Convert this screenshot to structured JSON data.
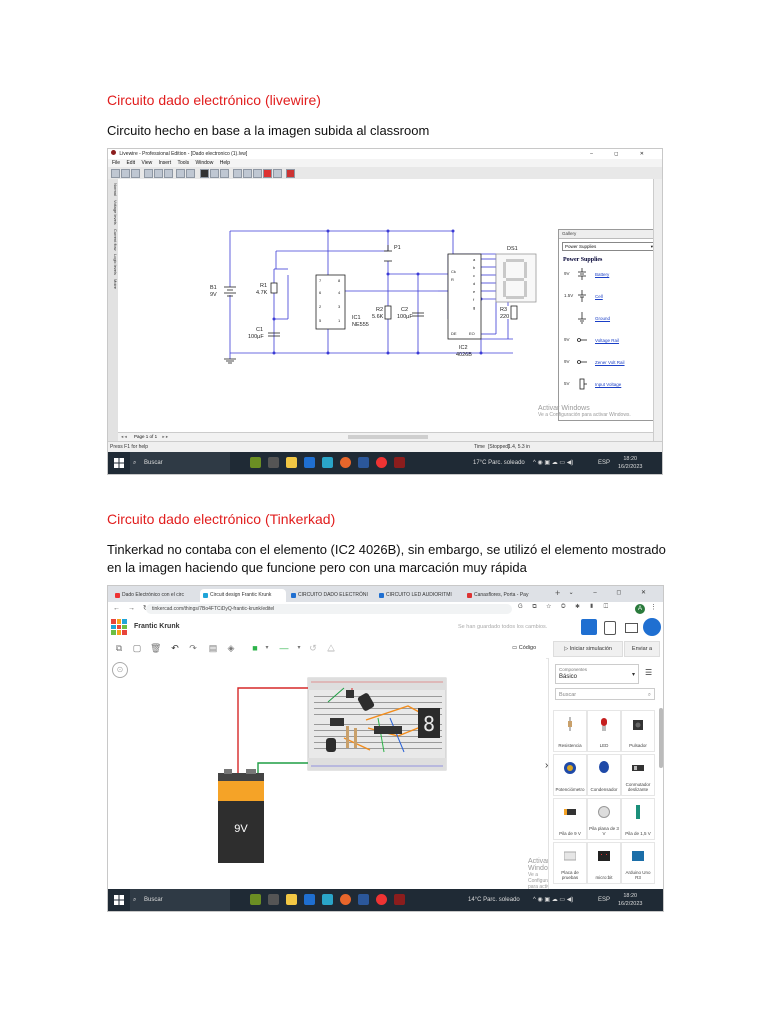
{
  "section1": {
    "heading": "Circuito dado electrónico (livewire)",
    "description": "Circuito hecho en base a la imagen subida al classroom"
  },
  "livewire": {
    "window_title": "Livewire - Professional Edition - [Dado electronico (1).lvw]",
    "menu": [
      "File",
      "Edit",
      "View",
      "Insert",
      "Tools",
      "Window",
      "Help"
    ],
    "side_tabs": [
      "Normal",
      "Voltage levels",
      "Current flow",
      "Logic levels",
      "Moire"
    ],
    "components": {
      "b1": [
        "B1",
        "9V"
      ],
      "r1": [
        "R1",
        "4.7K"
      ],
      "c1": [
        "C1",
        "100µF"
      ],
      "ic1": [
        "IC1",
        "NE555"
      ],
      "r2": [
        "R2",
        "5.6K"
      ],
      "c2": [
        "C2",
        "100µF"
      ],
      "ic2": [
        "IC2",
        "4026B"
      ],
      "r3": [
        "R3",
        "220"
      ],
      "p1": "P1",
      "ds1": "DS1",
      "ic2_pins": [
        "Ck",
        "R",
        "a",
        "b",
        "c",
        "d",
        "e",
        "f",
        "g",
        "DE",
        "EO"
      ],
      "ic1_pins": [
        "7",
        "6",
        "2",
        "5",
        "8",
        "4",
        "3",
        "1"
      ]
    },
    "gallery": {
      "header": "Gallery",
      "selected": "Power Supplies",
      "title": "Power Supplies",
      "items": [
        {
          "label": "9V",
          "name": "Battery"
        },
        {
          "label": "1.5V",
          "name": "Cell"
        },
        {
          "label": "",
          "name": "Ground"
        },
        {
          "label": "9V",
          "name": "Voltage Rail"
        },
        {
          "label": "9V",
          "name": "Zener Volt Rail"
        },
        {
          "label": "5V",
          "name": "Input Voltage"
        }
      ]
    },
    "page_indicator": "Page 1 of 1",
    "status_help": "Press F1 for help",
    "status_time": "Time",
    "status_state": "[Stopped]",
    "status_zoom": "1.4, 5.3 in",
    "activate_windows": "Activar Windows",
    "activate_hint": "Ve a Configuración para activar Windows.",
    "taskbar_search": "Buscar",
    "weather": "17°C  Parc. soleado",
    "lang": "ESP",
    "time": "18:20",
    "date": "16/2/2023"
  },
  "section2": {
    "heading": "Circuito dado electrónico (Tinkerkad)",
    "description": "Tinkerkad no contaba con el elemento (IC2 4026B), sin embargo, se utilizó el elemento mostrado en la imagen haciendo que funcione pero con una marcación muy rápida"
  },
  "tinkercad": {
    "tabs": [
      "Dado Electrónico con el circ",
      "Circuit design Frantic Krunk",
      "CIRCUITO DADO ELECTRÓNI",
      "CIRCUITO LED AUDIORITMI",
      "Canasflores, Porta - Pay"
    ],
    "url": "tinkercad.com/things/7Bo4FTCiDyQ-frantic-krunk/editel",
    "design_name": "Frantic Krunk",
    "saved_msg": "Se han guardado todos los cambios.",
    "code_btn": "Código",
    "sim_btn": "Iniciar simulación",
    "send_btn": "Enviar a",
    "components_label": "Componentes",
    "components_value": "Básico",
    "search_placeholder": "Buscar",
    "parts": [
      "Resistencia",
      "LED",
      "Pulsador",
      "Potenciómetro",
      "Condensador",
      "Conmutador deslizante",
      "Pila de 9 V",
      "Pila plana de 3 V",
      "Pila de 1,5 V",
      "Placa de pruebas",
      "micro:bit",
      "Arduino Uno R3"
    ],
    "battery_label": "9V",
    "seg_digit": "8",
    "activate_windows": "Activar Windows",
    "activate_hint": "Ve a Configuración para activar Windows.",
    "taskbar_search": "Buscar",
    "weather": "14°C  Parc. soleado",
    "lang": "ESP",
    "time": "18:20",
    "date": "16/2/2023"
  }
}
